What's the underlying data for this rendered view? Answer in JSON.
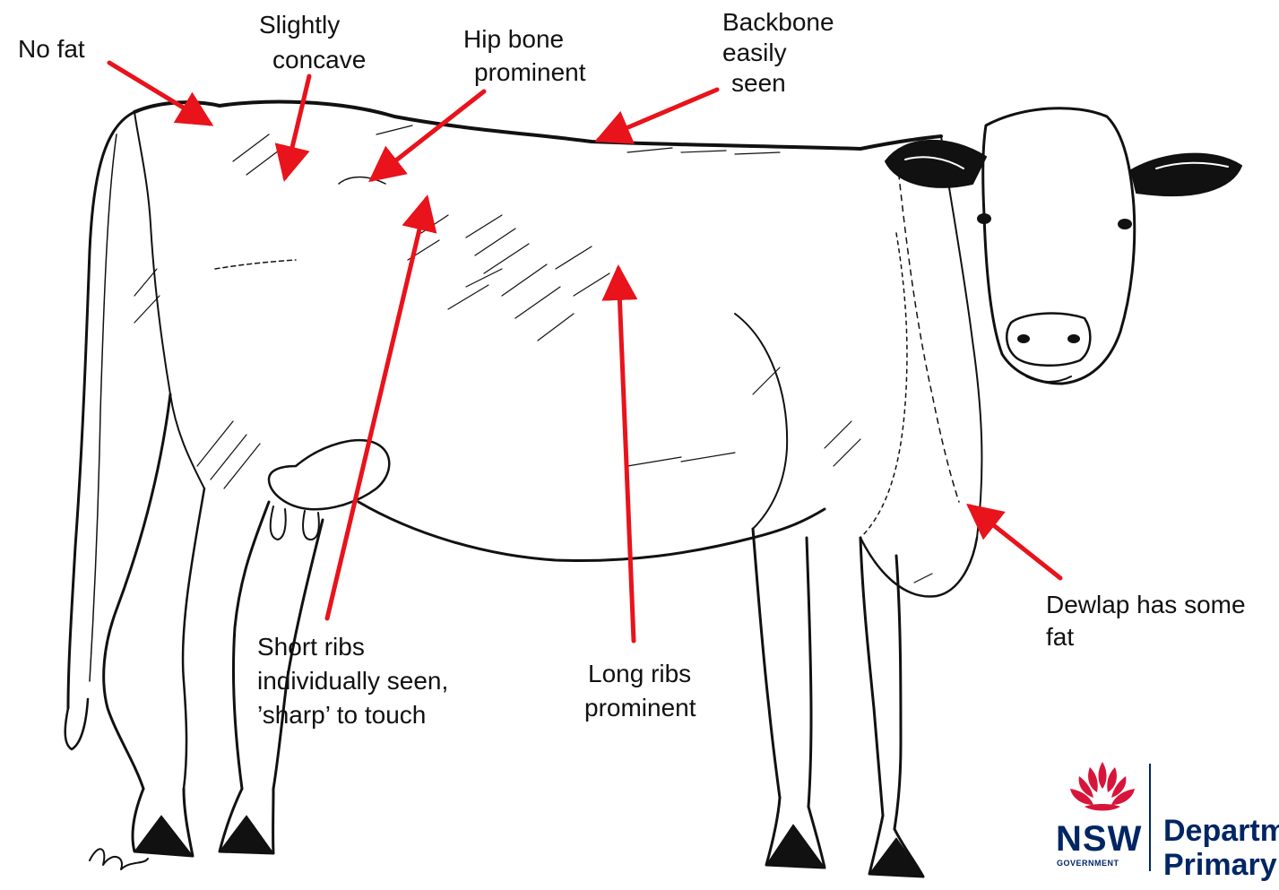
{
  "labels": {
    "no_fat": "No fat",
    "concave": [
      "Slightly",
      "concave"
    ],
    "hip_bone": [
      "Hip bone",
      "prominent"
    ],
    "backbone": [
      "Backbone",
      "easily",
      "seen"
    ],
    "dewlap": [
      "Dewlap has some",
      "fat"
    ],
    "short_ribs": [
      "Short ribs",
      "individually seen,",
      "’sharp’ to touch"
    ],
    "long_ribs": [
      "Long ribs",
      "prominent"
    ]
  },
  "logo": {
    "nsw": "NSW",
    "government": "GOVERNMENT",
    "department_line1": "Departm",
    "department_line2": "Primary"
  },
  "colors": {
    "arrow": "#e8131b",
    "outline": "#111111",
    "logo_blue": "#002664",
    "waratah_red": "#d7153a"
  },
  "icons": [
    "cow-illustration",
    "waratah-icon"
  ]
}
